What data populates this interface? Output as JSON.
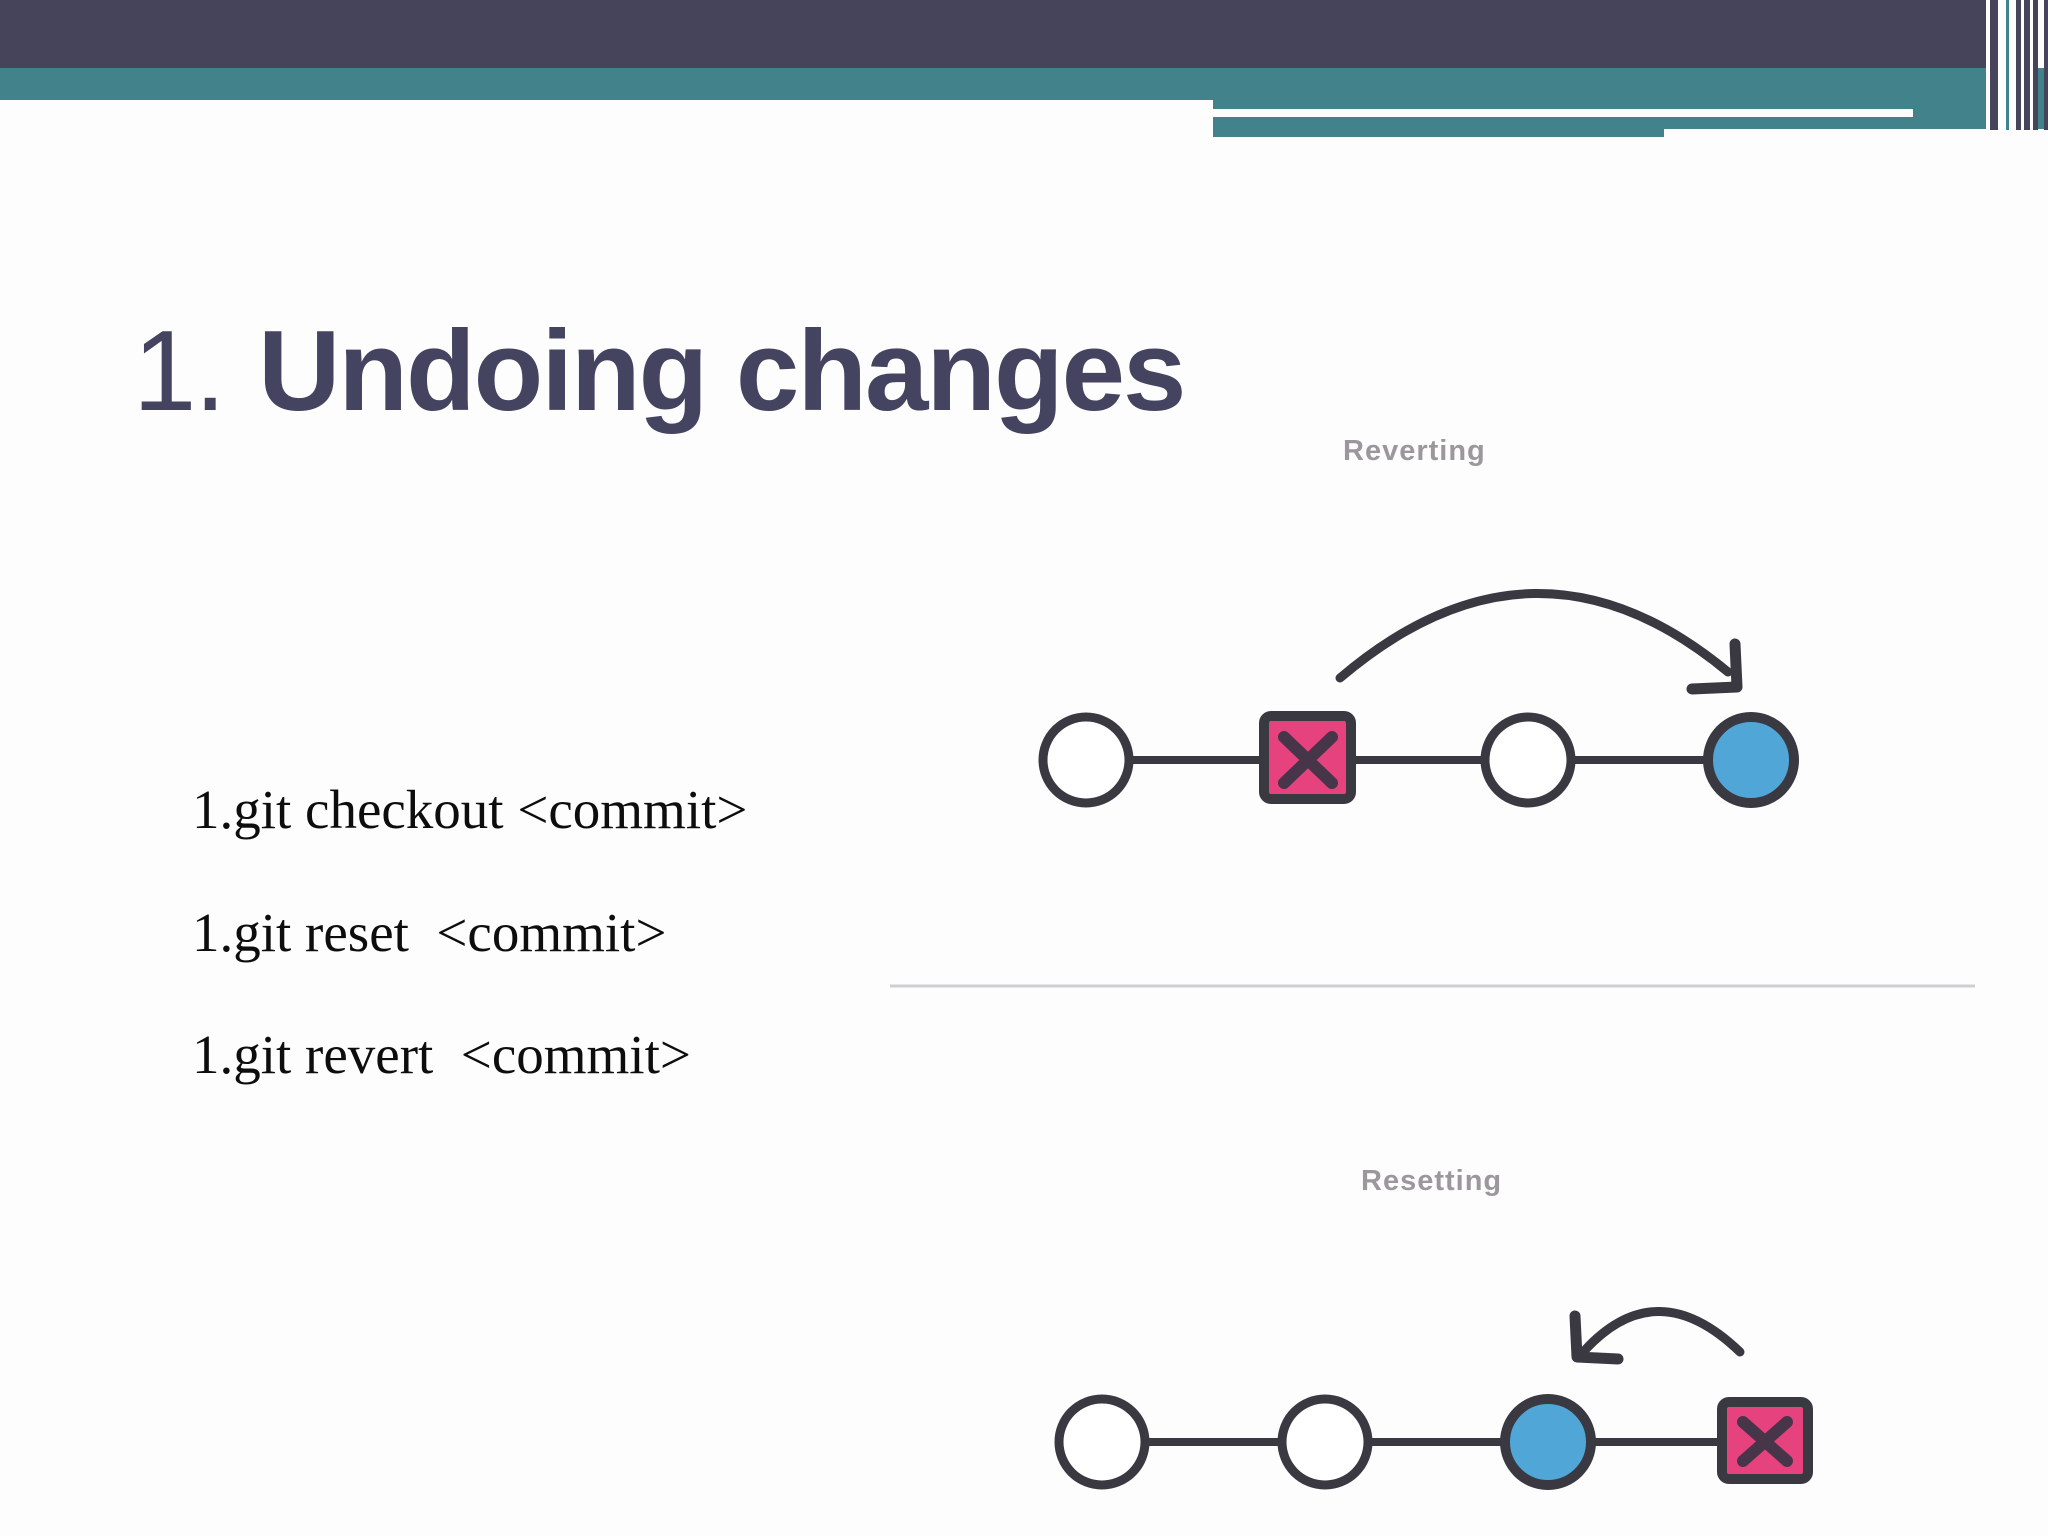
{
  "slide": {
    "title": {
      "prefix": "1.",
      "text": "Undoing changes"
    },
    "commands": [
      "1.git checkout <commit>",
      "1.git reset  <commit>",
      "1.git revert  <commit>"
    ],
    "reverting": {
      "label": "Reverting",
      "nodes": [
        "commit",
        "bad-commit-x",
        "commit",
        "new-revert-commit"
      ],
      "arrow": "arc from bad commit forward to new commit"
    },
    "resetting": {
      "label": "Resetting",
      "nodes": [
        "commit",
        "commit",
        "reset-target-commit",
        "removed-commit-x"
      ],
      "arrow": "arc from removed commit back to target commit"
    },
    "colors": {
      "header_dark": "#45445A",
      "header_teal": "#42828B",
      "title_text": "#454460",
      "body_text": "#0D0D0D",
      "diagram_label": "#9A989B",
      "node_outline": "#3A3942",
      "bad_commit_pink": "#E6427E",
      "highlight_blue": "#50A7D7",
      "divider_gray": "#D0CED3"
    }
  }
}
